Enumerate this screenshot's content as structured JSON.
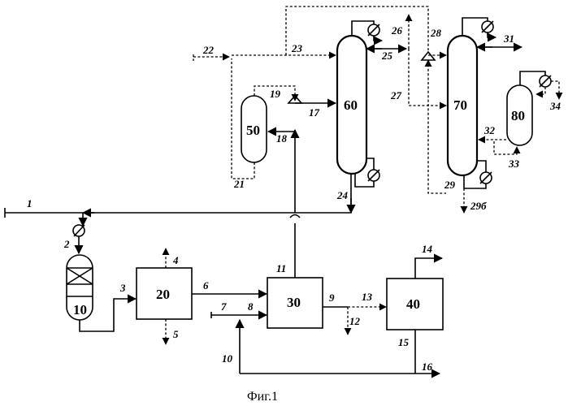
{
  "figure": {
    "caption": "Фиг.1",
    "units": [
      {
        "id": "u10",
        "label": "10",
        "kind": "reactor-with-catalyst"
      },
      {
        "id": "u20",
        "label": "20",
        "kind": "block"
      },
      {
        "id": "u30",
        "label": "30",
        "kind": "block"
      },
      {
        "id": "u40",
        "label": "40",
        "kind": "block"
      },
      {
        "id": "u50",
        "label": "50",
        "kind": "vessel"
      },
      {
        "id": "u60",
        "label": "60",
        "kind": "column"
      },
      {
        "id": "u70",
        "label": "70",
        "kind": "column"
      },
      {
        "id": "u80",
        "label": "80",
        "kind": "vessel"
      }
    ],
    "streams": [
      "1",
      "2",
      "3",
      "4",
      "5",
      "6",
      "7",
      "8",
      "9",
      "10",
      "11",
      "12",
      "13",
      "14",
      "15",
      "16",
      "17",
      "18",
      "19",
      "21",
      "22",
      "23",
      "24",
      "25",
      "26",
      "27",
      "28",
      "29",
      "29б",
      "31",
      "32",
      "33",
      "34"
    ]
  }
}
